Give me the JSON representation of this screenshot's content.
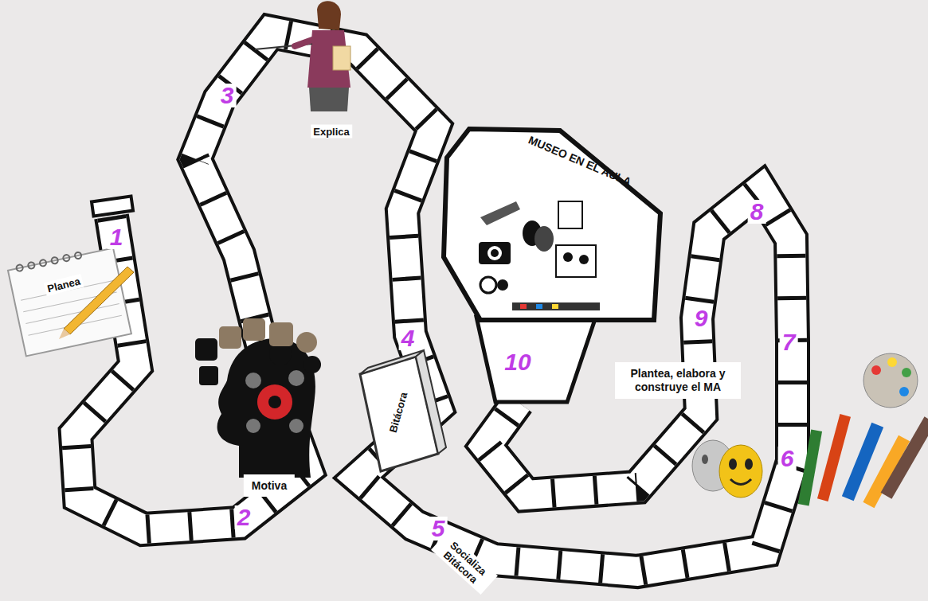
{
  "diagram": {
    "nodes": [
      {
        "text": [
          "MUSEO EN EL AULA"
        ]
      },
      {
        "text": [
          "Plantea, elabora y construye el MA"
        ]
      }
    ],
    "labels": [
      "1",
      "Planea",
      "2",
      "Motiva",
      "3",
      "Explica",
      "4",
      "Bitácora",
      "5",
      "Socializa Bitácora",
      "6",
      "7",
      "8",
      "9",
      "10"
    ]
  }
}
